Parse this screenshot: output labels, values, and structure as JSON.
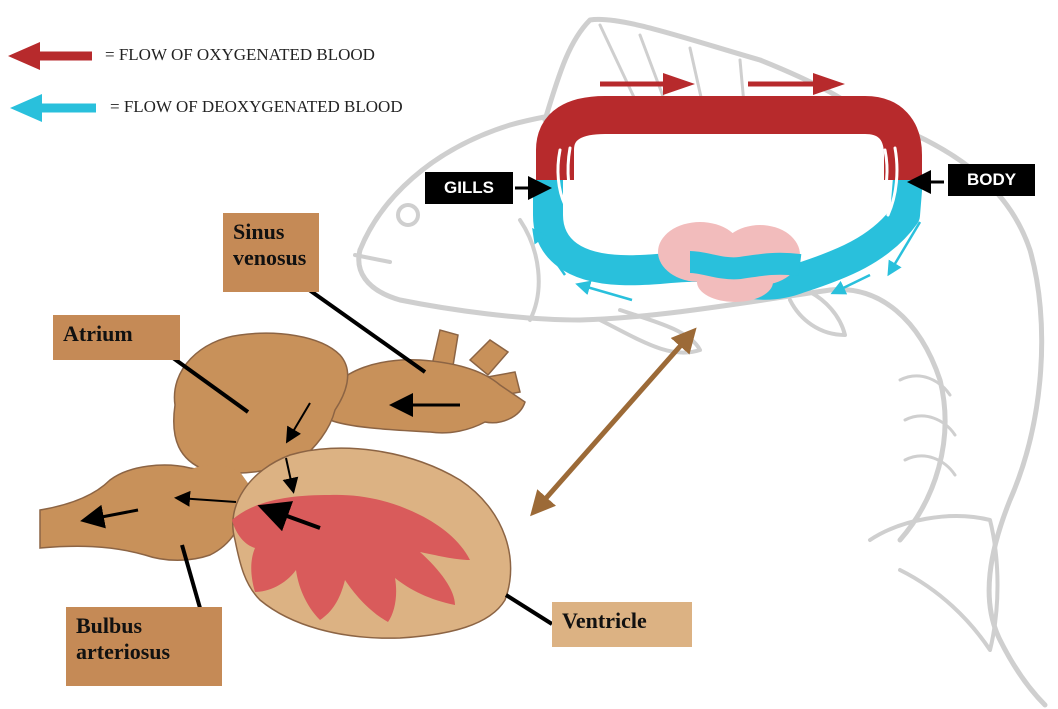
{
  "legend": {
    "oxygenated": {
      "text": "= FLOW OF OXYGENATED BLOOD",
      "color": "#b72a2c"
    },
    "deoxygenated": {
      "text": "= FLOW OF DEOXYGENATED BLOOD",
      "color": "#29c0dc"
    }
  },
  "tags": {
    "gills": "GILLS",
    "body": "BODY"
  },
  "labels": {
    "sinus_venosus": [
      "Sinus",
      "venosus"
    ],
    "atrium": "Atrium",
    "bulbus_arteriosus": [
      "Bulbus",
      "arteriosus"
    ],
    "ventricle": "Ventricle"
  },
  "colors": {
    "heart_tissue": "#c8915a",
    "ventricle_outer": "#dcb283",
    "ventricle_inner": "#d95b5b",
    "connector_arrow": "#9c6a37",
    "fish_outline": "#cfcfcf",
    "pink_heart": "#f2bcbc"
  }
}
